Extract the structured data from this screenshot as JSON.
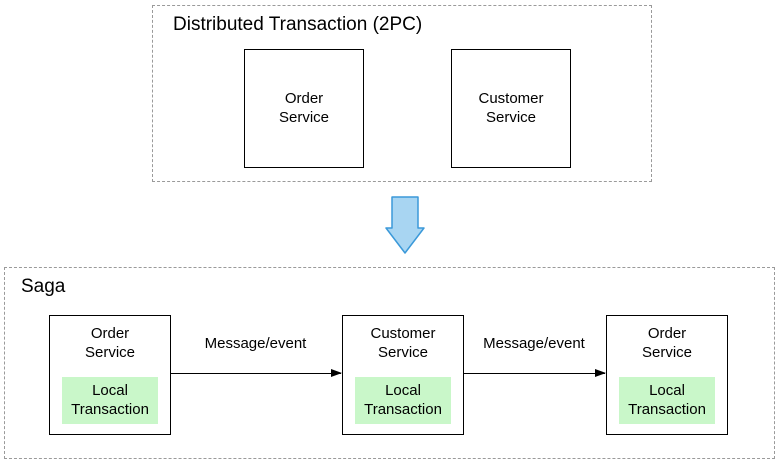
{
  "colors": {
    "background": "#ffffff",
    "container_border": "#999999",
    "shape_border": "#000000",
    "shape_fill": "#ffffff",
    "local_transaction_fill": "#c9f7c9",
    "block_arrow_fill": "#a8d5f2",
    "block_arrow_stroke": "#3b99d9"
  },
  "two_pc": {
    "title": "Distributed Transaction (2PC)",
    "services": [
      {
        "label": "Order\nService"
      },
      {
        "label": "Customer\nService"
      }
    ]
  },
  "transition": {
    "icon": "block-arrow-down-icon"
  },
  "saga": {
    "title": "Saga",
    "steps": [
      {
        "service": "Order\nService",
        "local": "Local\nTransaction"
      },
      {
        "service": "Customer\nService",
        "local": "Local\nTransaction"
      },
      {
        "service": "Order\nService",
        "local": "Local\nTransaction"
      }
    ],
    "messages": [
      {
        "label": "Message/event"
      },
      {
        "label": "Message/event"
      }
    ]
  }
}
